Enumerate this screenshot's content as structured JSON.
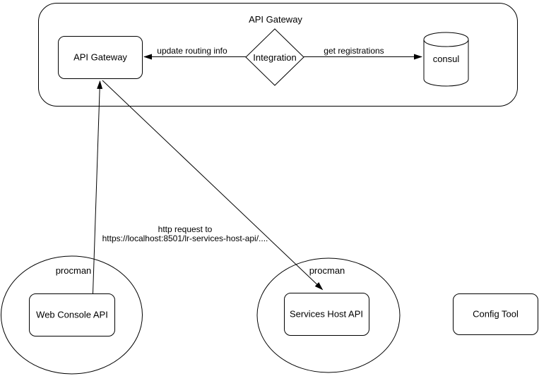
{
  "diagram": {
    "colors": {
      "background": "#ffffff",
      "stroke": "#000000",
      "text": "#000000"
    },
    "container": {
      "label": "API Gateway"
    },
    "nodes": {
      "api_gateway": {
        "label": "API Gateway"
      },
      "integration": {
        "label": "Integration"
      },
      "consul": {
        "label": "consul"
      },
      "web_console": {
        "label": "Web Console API"
      },
      "services_host": {
        "label": "Services Host API"
      },
      "config_tool": {
        "label": "Config Tool"
      }
    },
    "groups": {
      "web_console_procman": {
        "label": "procman"
      },
      "services_host_procman": {
        "label": "procman"
      }
    },
    "edges": {
      "update_routing": {
        "label": "update routing info"
      },
      "get_registrations": {
        "label": "get registrations"
      },
      "http_request": {
        "line1": "http request to",
        "line2": "https://localhost:8501/lr-services-host-api/...."
      }
    }
  }
}
